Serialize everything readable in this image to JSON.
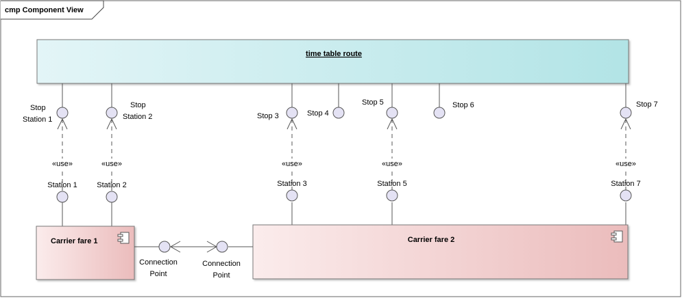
{
  "frame": {
    "title": "cmp Component View"
  },
  "route": {
    "name": "time table route"
  },
  "carriers": [
    {
      "name": "Carrier fare 1"
    },
    {
      "name": "Carrier fare 2"
    }
  ],
  "stops": [
    {
      "line1": "Stop",
      "line2": "Station 1"
    },
    {
      "line1": "Stop",
      "line2": "Station 2"
    },
    {
      "line1": "Stop 3"
    },
    {
      "line1": "Stop 4"
    },
    {
      "line1": "Stop 5"
    },
    {
      "line1": "Stop 6"
    },
    {
      "line1": "Stop 7"
    }
  ],
  "stations": [
    "Station 1",
    "Station 2",
    "Station 3",
    "Station 5",
    "Station 7"
  ],
  "use_label": "«use»",
  "connection_points": [
    {
      "line1": "Connection",
      "line2": "Point"
    },
    {
      "line1": "Connection",
      "line2": "Point"
    }
  ],
  "colors": {
    "route_fill_start": "#e3f5f7",
    "route_fill_end": "#b2e4e6",
    "component_fill_start": "#fbecec",
    "component_fill_end": "#ebbcbc",
    "interface_fill": "#e4e2f4",
    "stroke": "#555555"
  }
}
